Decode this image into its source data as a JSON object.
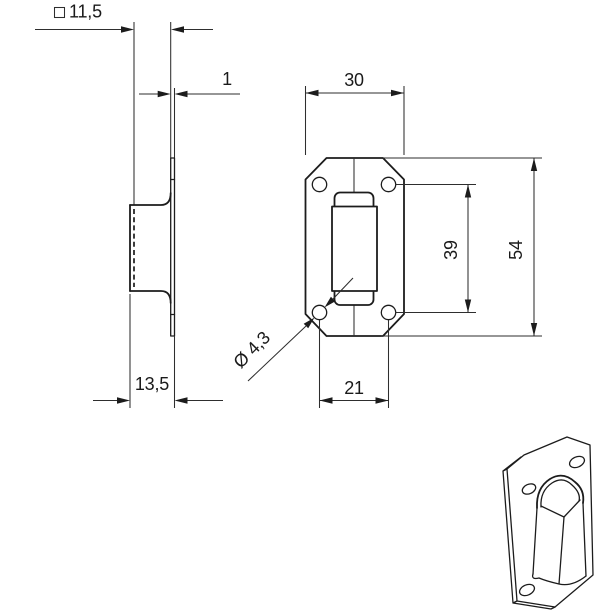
{
  "drawing": {
    "type": "technical-drawing",
    "subject": "mounting bracket plate with square tube socket",
    "colors": {
      "background": "#ffffff",
      "outline": "#1c1c1c",
      "dimension_lines": "#2e2e2e",
      "text": "#1a1a1a"
    },
    "views": {
      "side_view": {
        "dimensions": {
          "inner_square": {
            "symbol": "□",
            "value": "11,5"
          },
          "material_thickness": {
            "value": "1"
          },
          "overall_depth": {
            "value": "13,5"
          }
        }
      },
      "front_view": {
        "dimensions": {
          "overall_width": {
            "value": "30"
          },
          "hole_diameter": {
            "value": "Ø 4,3"
          },
          "hole_spacing_horizontal": {
            "value": "21"
          },
          "hole_spacing_vertical": {
            "value": "39"
          },
          "overall_height": {
            "value": "54"
          }
        },
        "hole_count": 4
      },
      "isometric_view": {
        "description": "3D preview of bracket"
      }
    }
  }
}
